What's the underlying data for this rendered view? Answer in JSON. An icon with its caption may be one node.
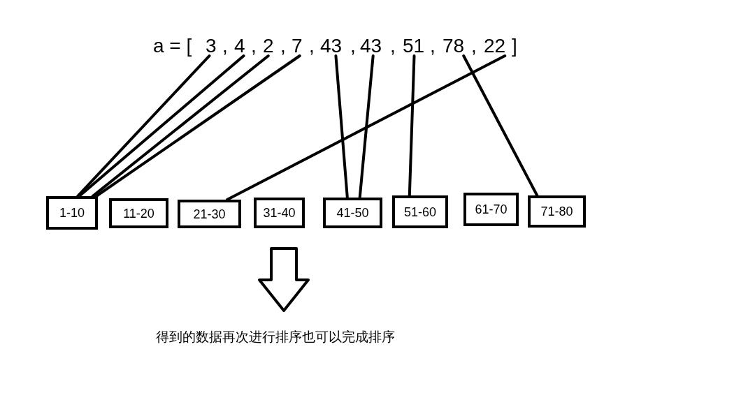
{
  "diagram": {
    "nodes": [
      {
        "text": [
          "3"
        ]
      },
      {
        "text": [
          "4"
        ]
      },
      {
        "text": [
          "2"
        ]
      },
      {
        "text": [
          "7"
        ]
      },
      {
        "text": [
          "43"
        ]
      },
      {
        "text": [
          "43"
        ]
      },
      {
        "text": [
          "51"
        ]
      },
      {
        "text": [
          "78"
        ]
      },
      {
        "text": [
          "22"
        ]
      },
      {
        "text": [
          "1-10"
        ]
      },
      {
        "text": [
          "11-20"
        ]
      },
      {
        "text": [
          "21-30"
        ]
      },
      {
        "text": [
          "31-40"
        ]
      },
      {
        "text": [
          "41-50"
        ]
      },
      {
        "text": [
          "51-60"
        ]
      },
      {
        "text": [
          "61-70"
        ]
      },
      {
        "text": [
          "71-80"
        ]
      }
    ],
    "edges": [
      {
        "from": 0,
        "to": 9,
        "arrow": "none"
      },
      {
        "from": 1,
        "to": 9,
        "arrow": "none"
      },
      {
        "from": 2,
        "to": 9,
        "arrow": "none"
      },
      {
        "from": 3,
        "to": 9,
        "arrow": "none"
      },
      {
        "from": 4,
        "to": 13,
        "arrow": "none"
      },
      {
        "from": 5,
        "to": 13,
        "arrow": "none"
      },
      {
        "from": 6,
        "to": 14,
        "arrow": "none"
      },
      {
        "from": 7,
        "to": 16,
        "arrow": "none"
      },
      {
        "from": 8,
        "to": 11,
        "arrow": "none"
      }
    ],
    "labels": [
      "a = [",
      ",",
      ",",
      ",",
      ",",
      ",",
      ",",
      ",",
      ",",
      "]",
      "得到的数据再次进行排序也可以完成排序"
    ]
  }
}
